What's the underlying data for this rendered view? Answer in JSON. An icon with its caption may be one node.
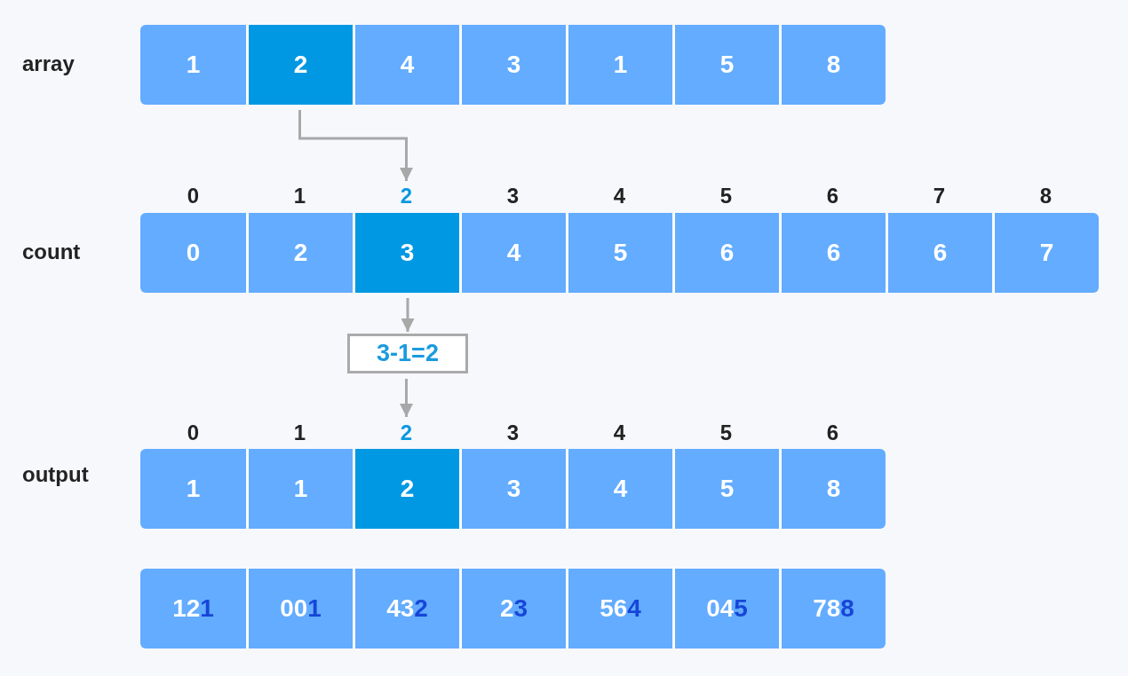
{
  "diagram": {
    "nodes": [
      {
        "text": [
          "1"
        ]
      },
      {
        "text": [
          "2"
        ]
      },
      {
        "text": [
          "4"
        ]
      },
      {
        "text": [
          "3"
        ]
      },
      {
        "text": [
          "1"
        ]
      },
      {
        "text": [
          "5"
        ]
      },
      {
        "text": [
          "8"
        ]
      },
      {
        "text": [
          "0"
        ]
      },
      {
        "text": [
          "2"
        ]
      },
      {
        "text": [
          "3"
        ]
      },
      {
        "text": [
          "4"
        ]
      },
      {
        "text": [
          "5"
        ]
      },
      {
        "text": [
          "6"
        ]
      },
      {
        "text": [
          "6"
        ]
      },
      {
        "text": [
          "6"
        ]
      },
      {
        "text": [
          "7"
        ]
      },
      {
        "text": [
          "3-1=2"
        ]
      },
      {
        "text": [
          "1"
        ]
      },
      {
        "text": [
          "1"
        ]
      },
      {
        "text": [
          "2"
        ]
      },
      {
        "text": [
          "3"
        ]
      },
      {
        "text": [
          "4"
        ]
      },
      {
        "text": [
          "5"
        ]
      },
      {
        "text": [
          "8"
        ]
      },
      {
        "text": [
          "121"
        ]
      },
      {
        "text": [
          "001"
        ]
      },
      {
        "text": [
          "432"
        ]
      },
      {
        "text": [
          "23"
        ]
      },
      {
        "text": [
          "564"
        ]
      },
      {
        "text": [
          "045"
        ]
      },
      {
        "text": [
          "788"
        ]
      }
    ],
    "edges": [
      {
        "from": 1,
        "to": 9,
        "arrow": "to"
      },
      {
        "from": 9,
        "to": 16,
        "arrow": "to"
      },
      {
        "from": 16,
        "to": 19,
        "arrow": "to"
      }
    ],
    "labels": [
      "array",
      "0",
      "1",
      "2",
      "3",
      "4",
      "5",
      "6",
      "7",
      "8",
      "count",
      "0",
      "1",
      "2",
      "3",
      "4",
      "5",
      "6",
      "output"
    ]
  }
}
